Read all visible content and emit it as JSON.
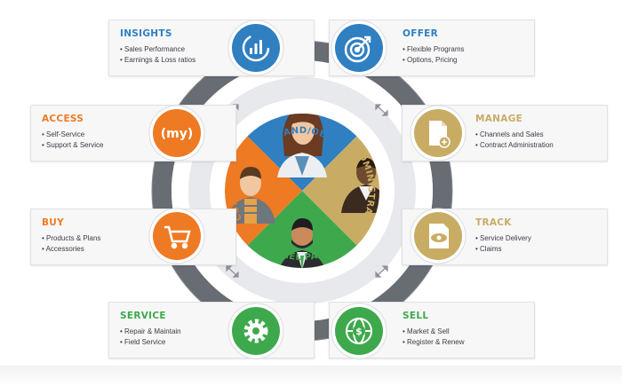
{
  "diagram": {
    "quadrant_labels": {
      "top": "BRAND/OEM",
      "right": "ADMINISTRATOR",
      "bottom": "CHANNEL PARTNER",
      "left": "CUSTOMER"
    },
    "icon_texts": {
      "access": "(my)",
      "sell": "$"
    },
    "colors": {
      "blue": "#2f7fc1",
      "orange": "#ee7a23",
      "tan": "#c9ac64",
      "green": "#3ea94c",
      "ring": "#6b6f76",
      "card": "#f7f7f8"
    }
  },
  "cards": {
    "insights": {
      "title": "INSIGHTS",
      "items": [
        "Sales Performance",
        "Earnings & Loss ratios"
      ]
    },
    "offer": {
      "title": "OFFER",
      "items": [
        "Flexible Programs",
        "Options, Pricing"
      ]
    },
    "access": {
      "title": "ACCESS",
      "items": [
        "Self-Service",
        "Support & Service"
      ]
    },
    "manage": {
      "title": "MANAGE",
      "items": [
        "Channels and Sales",
        "Contract Administration"
      ]
    },
    "buy": {
      "title": "BUY",
      "items": [
        "Products & Plans",
        "Accessories"
      ]
    },
    "track": {
      "title": "TRACK",
      "items": [
        "Service Delivery",
        "Claims"
      ]
    },
    "service": {
      "title": "SERVICE",
      "items": [
        "Repair & Maintain",
        "Field Service"
      ]
    },
    "sell": {
      "title": "SELL",
      "items": [
        "Market & Sell",
        "Register & Renew"
      ]
    }
  }
}
